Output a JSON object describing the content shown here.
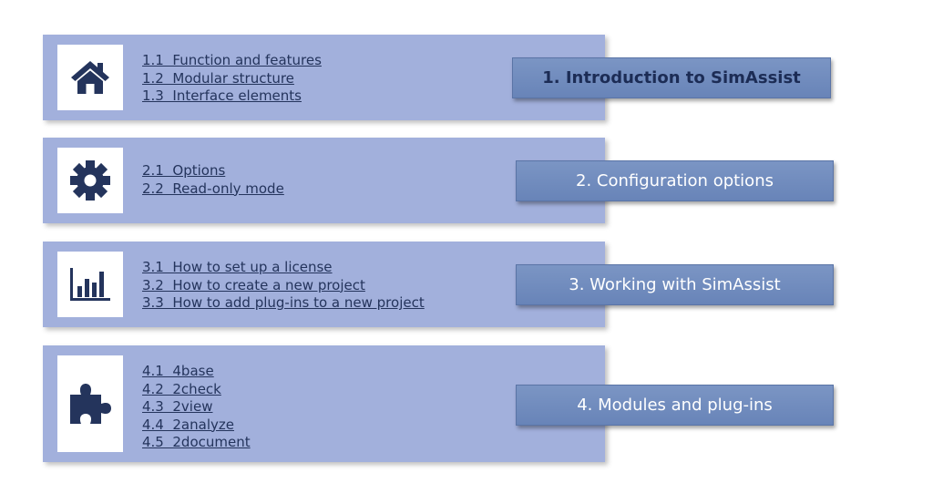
{
  "sections": [
    {
      "title": "1. Introduction to SimAssist",
      "icon": "home-icon",
      "active": true,
      "items": [
        "1.1  Function and features",
        "1.2  Modular structure",
        "1.3  Interface elements"
      ]
    },
    {
      "title": "2. Configuration options",
      "icon": "gear-icon",
      "active": false,
      "items": [
        "2.1  Options",
        "2.2  Read-only mode"
      ]
    },
    {
      "title": "3. Working with SimAssist",
      "icon": "bar-chart-icon",
      "active": false,
      "items": [
        "3.1  How to set up a license",
        "3.2  How to create a new project",
        "3.3  How to add plug-ins to a new project"
      ]
    },
    {
      "title": "4. Modules and plug-ins",
      "icon": "puzzle-piece-icon",
      "active": false,
      "items": [
        "4.1  4base",
        "4.2  2check",
        "4.3  2view",
        "4.4  2analyze",
        "4.5  2document"
      ]
    }
  ],
  "colors": {
    "panel": "#a2b0dc",
    "icon": "#24345c",
    "link": "#24345c",
    "button": "#6f8abd",
    "active_text": "#1c2c55"
  }
}
